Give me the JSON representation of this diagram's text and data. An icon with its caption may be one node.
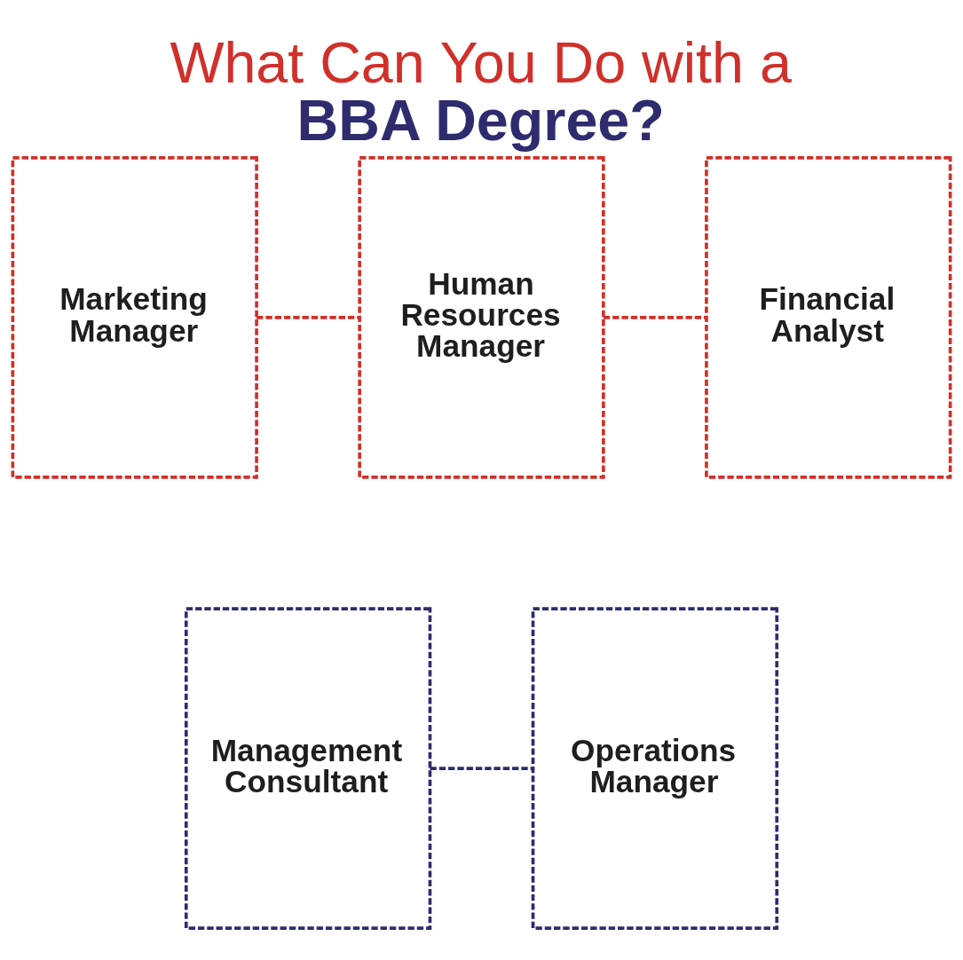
{
  "diagram": {
    "title": "What Can You Do with a BBA Degree?",
    "nodes": [
      {
        "text": [
          "Marketing Manager"
        ]
      },
      {
        "text": [
          "Human Resources Manager"
        ]
      },
      {
        "text": [
          "Financial Analyst"
        ]
      },
      {
        "text": [
          "Management Consultant"
        ]
      },
      {
        "text": [
          "Operations Manager"
        ]
      }
    ],
    "edges": [
      {
        "from": 0,
        "to": 1,
        "arrow": "none",
        "style": "dashed"
      },
      {
        "from": 1,
        "to": 2,
        "arrow": "none",
        "style": "dashed"
      },
      {
        "from": 3,
        "to": 4,
        "arrow": "none",
        "style": "dashed",
        "color": "#2e2c6e"
      }
    ]
  }
}
